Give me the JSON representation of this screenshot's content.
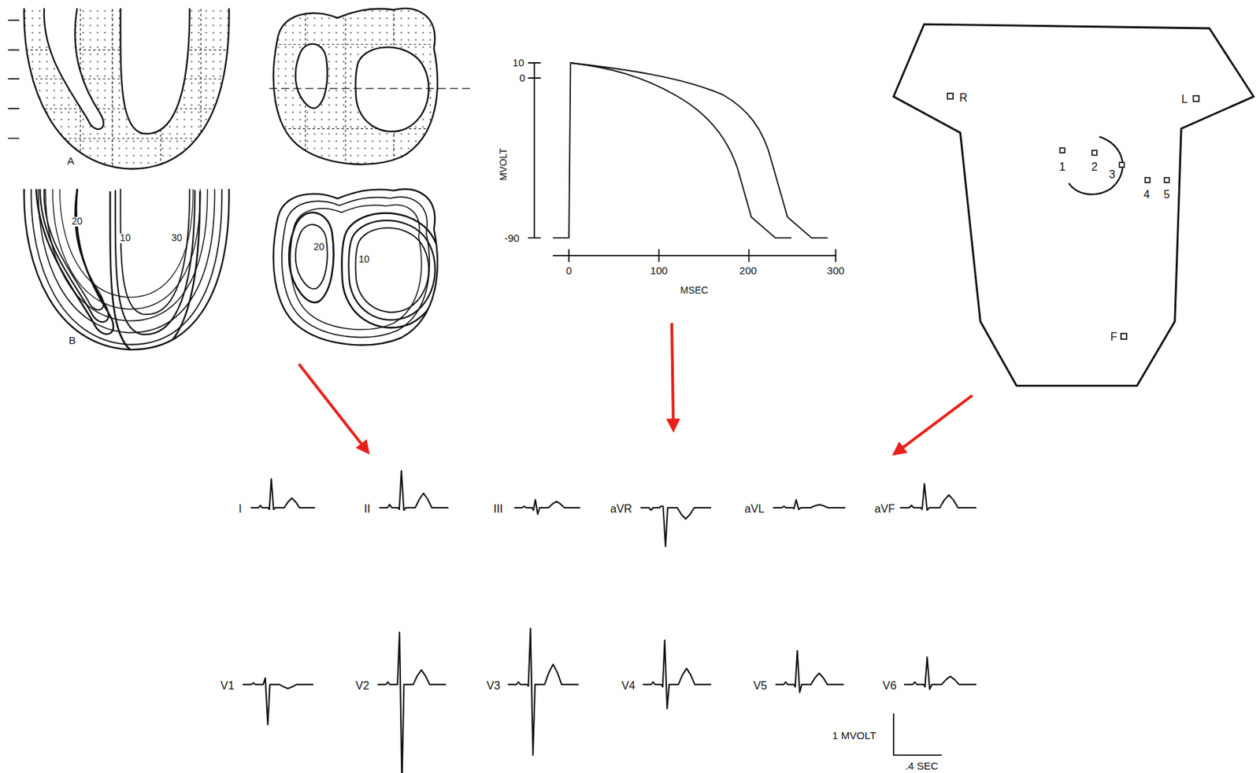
{
  "diagram": {
    "labels": [
      "A",
      "20",
      "10",
      "30",
      "B",
      "20",
      "10",
      "10",
      "0",
      "-90",
      "MVOLT",
      "0",
      "100",
      "200",
      "300",
      "MSEC",
      "R",
      "L",
      "1",
      "2",
      "3",
      "4",
      "5",
      "F",
      "I",
      "II",
      "III",
      "aVR",
      "aVL",
      "aVF",
      "V1",
      "V2",
      "V3",
      "V4",
      "V5",
      "V6",
      "1 MVOLT",
      ".4 SEC"
    ]
  }
}
